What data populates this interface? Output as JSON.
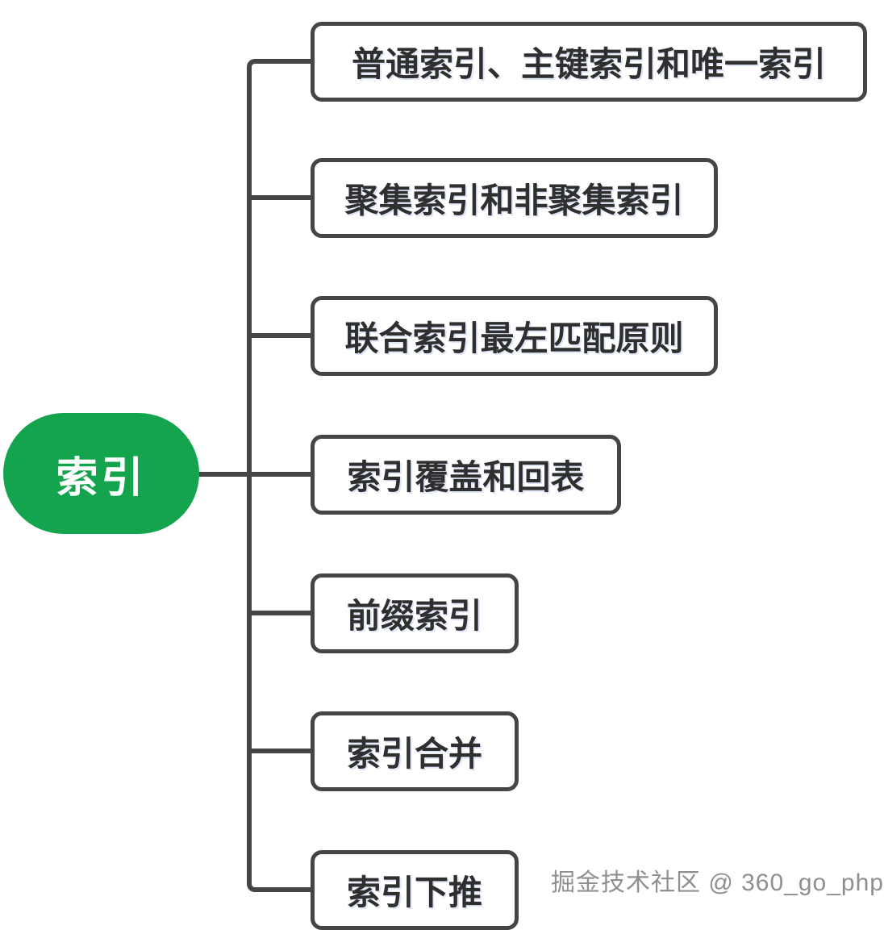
{
  "root": {
    "label": "索引"
  },
  "nodes": [
    {
      "label": "普通索引、主键索引和唯一索引"
    },
    {
      "label": "聚集索引和非聚集索引"
    },
    {
      "label": "联合索引最左匹配原则"
    },
    {
      "label": "索引覆盖和回表"
    },
    {
      "label": "前缀索引"
    },
    {
      "label": "索引合并"
    },
    {
      "label": "索引下推"
    }
  ],
  "watermark": {
    "text": "掘金技术社区 @ 360_go_php"
  },
  "colors": {
    "root_background": "#14a44d",
    "root_text": "#ffffff",
    "line": "#454545",
    "node_border": "#454545",
    "node_text": "#2f2f2f",
    "watermark_text": "#8f8f8f",
    "background": "#ffffff"
  }
}
